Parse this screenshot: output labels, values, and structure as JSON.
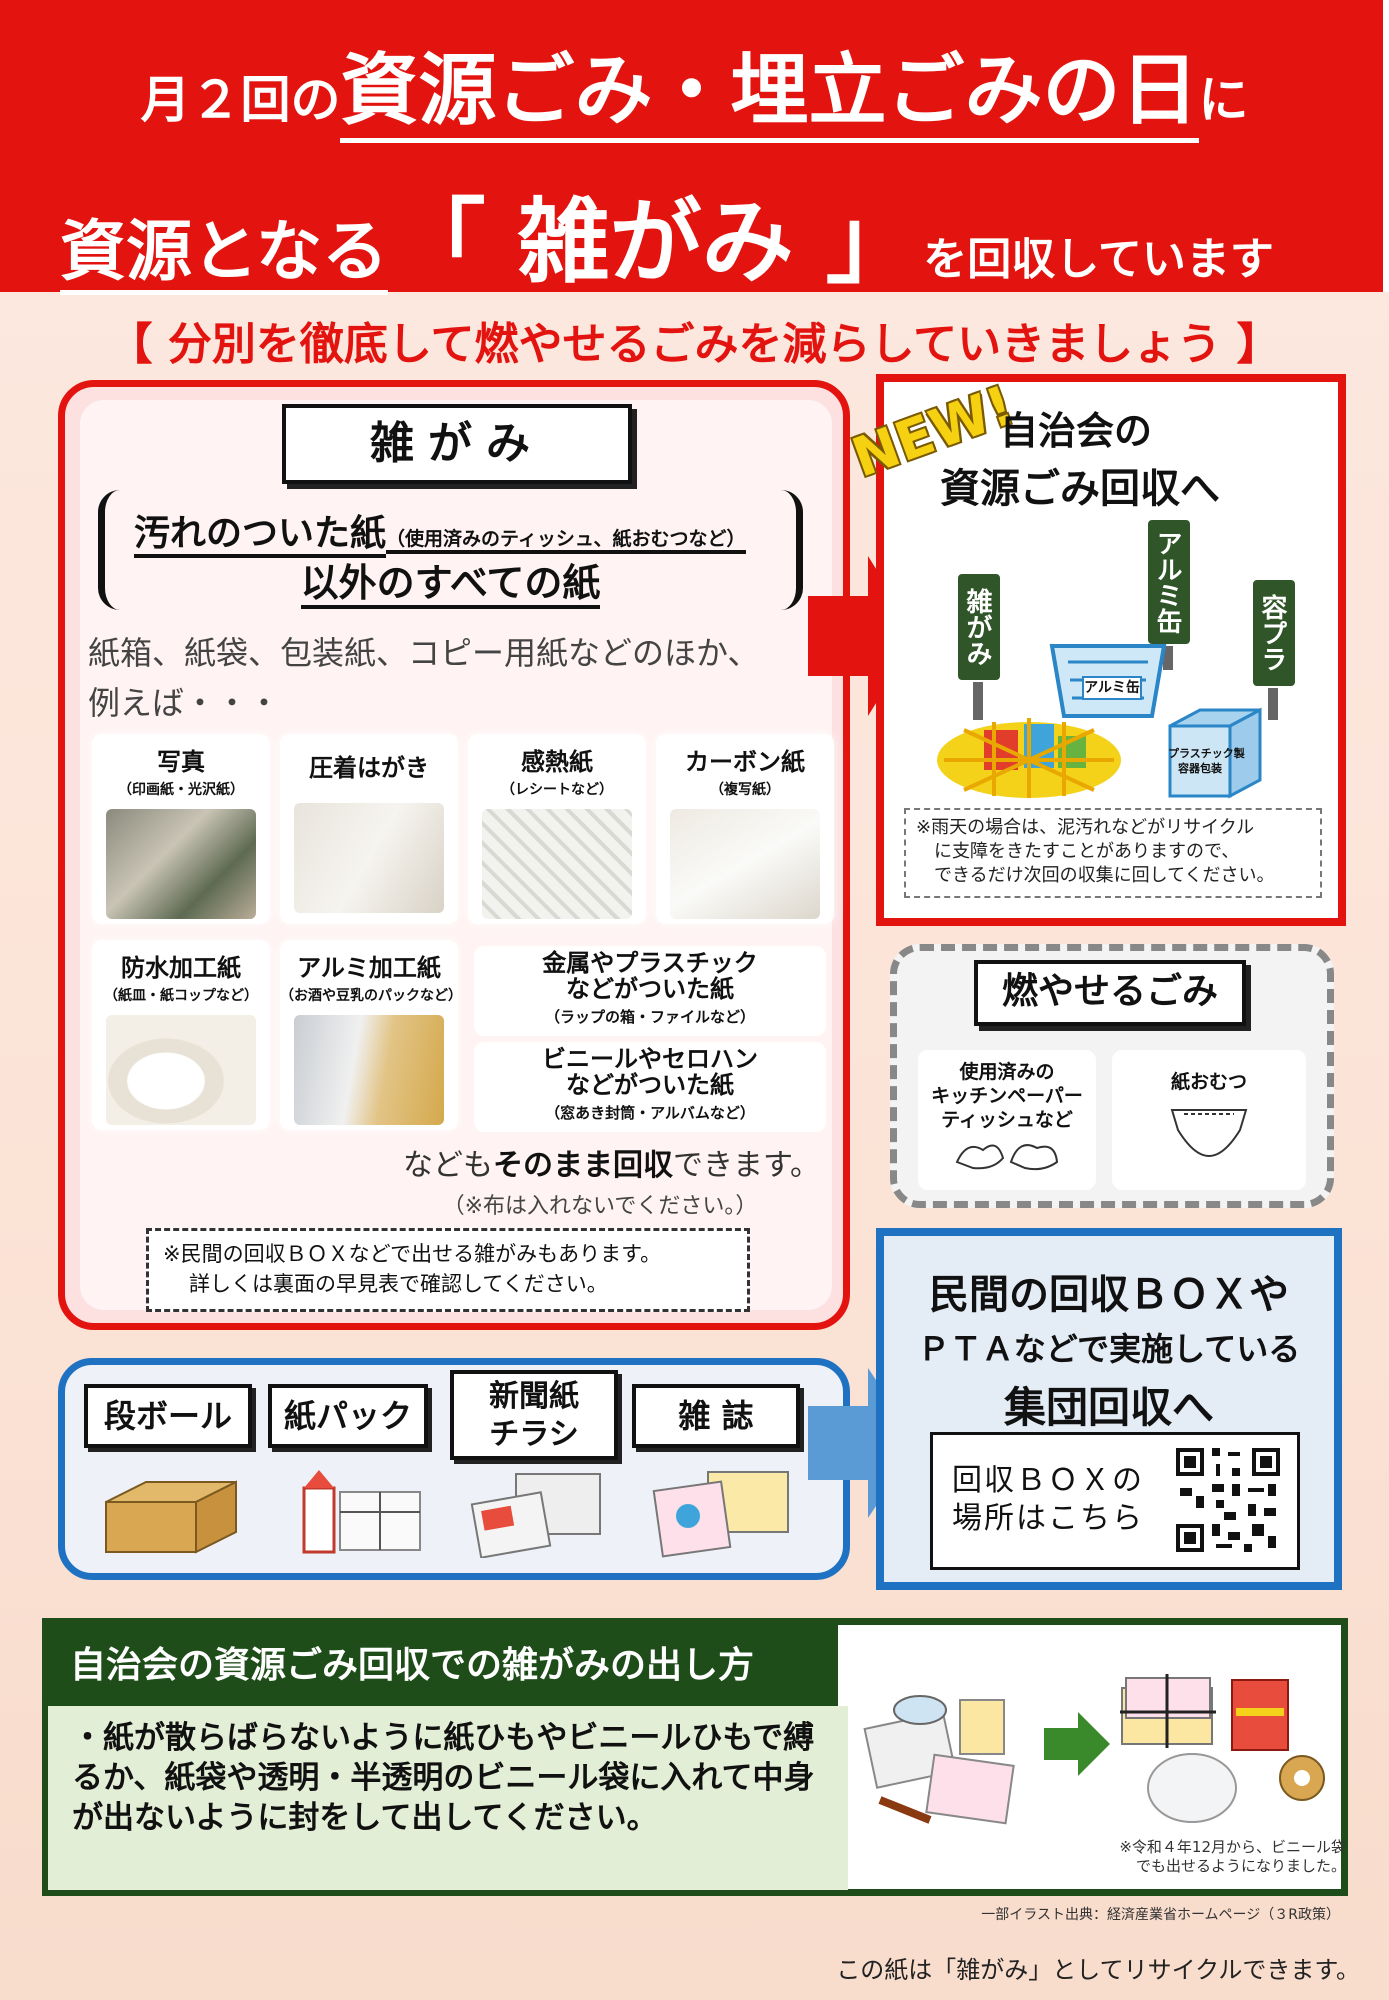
{
  "header": {
    "l1_pre": "月２回の",
    "l1_main": "資源ごみ・埋立ごみの日",
    "l1_post": "に",
    "l2_pre": "資源となる",
    "l2_main": "「 雑がみ 」",
    "l2_post": "を回収しています"
  },
  "slogan": "【 分別を徹底して燃やせるごみを減らしていきましょう 】",
  "zatsugami": {
    "title": "雑がみ",
    "def_main": "汚れのついた紙",
    "def_sub": "（使用済みのティッシュ、紙おむつなど）",
    "def_line2": "以外のすべての紙",
    "examples_line1": "紙箱、紙袋、包装紙、コピー用紙などのほか、",
    "examples_line2": "例えば・・・",
    "tiles": [
      {
        "name": "写真",
        "sub": "（印画紙・光沢紙）"
      },
      {
        "name": "圧着はがき",
        "sub": ""
      },
      {
        "name": "感熱紙",
        "sub": "（レシートなど）"
      },
      {
        "name": "カーボン紙",
        "sub": "（複写紙）"
      },
      {
        "name": "防水加工紙",
        "sub": "（紙皿・紙コップなど）"
      },
      {
        "name": "アルミ加工紙",
        "sub": "（お酒や豆乳のパックなど）"
      }
    ],
    "text_tiles": [
      {
        "l1": "金属やプラスチック",
        "l2": "などがついた紙",
        "s": "（ラップの箱・ファイルなど）"
      },
      {
        "l1": "ビニールやセロハン",
        "l2": "などがついた紙",
        "s": "（窓あき封筒・アルバムなど）"
      }
    ],
    "asis_pre": "なども",
    "asis_bold": "そのまま回収",
    "asis_post": "できます。",
    "cloth_note": "（※布は入れないでください。）",
    "private_note_l1": "※民間の回収ＢＯＸなどで出せる雑がみもあります。",
    "private_note_l2": "詳しくは裏面の早見表で確認してください。"
  },
  "jichikai": {
    "new_badge": "NEW!",
    "title_l1": "自治会の",
    "title_l2": "資源ごみ回収へ",
    "signs": [
      "雑がみ",
      "アルミ缶",
      "容プラ"
    ],
    "basket_label": "アルミ缶",
    "box_label_l1": "プラスチック製",
    "box_label_l2": "容器包装",
    "rain_l1": "※雨天の場合は、泥汚れなどがリサイクル",
    "rain_l2": "に支障をきたすことがありますので、",
    "rain_l3": "できるだけ次回の収集に回してください。"
  },
  "burnable": {
    "title": "燃やせるごみ",
    "item1_l1": "使用済みの",
    "item1_l2": "キッチンペーパー",
    "item1_l3": "ティッシュなど",
    "item2": "紙おむつ"
  },
  "private_box": {
    "l1": "民間の回収ＢＯＸや",
    "l2": "ＰＴＡなどで実施している",
    "l3": "集団回収へ",
    "qr_l1": "回収ＢＯＸの",
    "qr_l2": "場所はこちら"
  },
  "blue_items": [
    "段ボール",
    "紙パック",
    "新聞紙",
    "チラシ",
    "雑 誌"
  ],
  "howto": {
    "title": "自治会の資源ごみ回収での雑がみの出し方",
    "body": "・紙が散らばらないように紙ひもやビニールひもで縛るか、紙袋や透明・半透明のビニール袋に入れて中身が出ないように封をして出してください。",
    "note_l1": "※令和４年12月から、ビニール袋",
    "note_l2": "でも出せるようになりました。"
  },
  "credit": "一部イラスト出典：経済産業省ホームページ（３R政策）",
  "footer": "この紙は「雑がみ」としてリサイクルできます。",
  "colors": {
    "red": "#e3140f",
    "blue": "#1f72c2",
    "green": "#1e4d1a"
  }
}
